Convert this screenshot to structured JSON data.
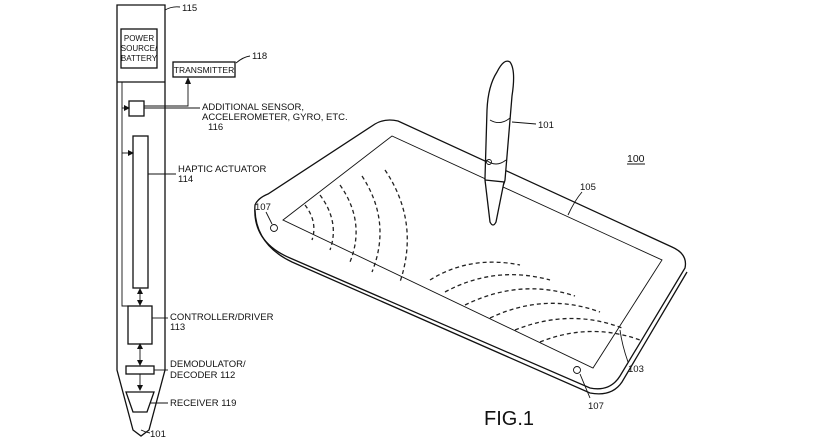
{
  "figure": {
    "fig_label": "FIG.1",
    "device_ref": "100"
  },
  "stylus_diagram": {
    "top_ref": "115",
    "power_source_line1": "POWER",
    "power_source_line2": "SOURCE/",
    "power_source_line3": "BATTERY",
    "transmitter": "TRANSMITTER",
    "transmitter_ref": "118",
    "sensor_line1": "ADDITIONAL SENSOR,",
    "sensor_line2": "ACCELEROMETER, GYRO, ETC.",
    "sensor_ref": "116",
    "haptic_label": "HAPTIC ACTUATOR",
    "haptic_ref": "114",
    "controller_label": "CONTROLLER/DRIVER",
    "controller_ref": "113",
    "demod_line1": "DEMODULATOR/",
    "demod_line2": "DECODER 112",
    "receiver_label": "RECEIVER 119",
    "tip_ref": "101"
  },
  "tablet_illustration": {
    "stylus_ref": "101",
    "screen_ref": "105",
    "body_ref": "103",
    "sensor_ref_left": "107",
    "sensor_ref_right": "107"
  }
}
